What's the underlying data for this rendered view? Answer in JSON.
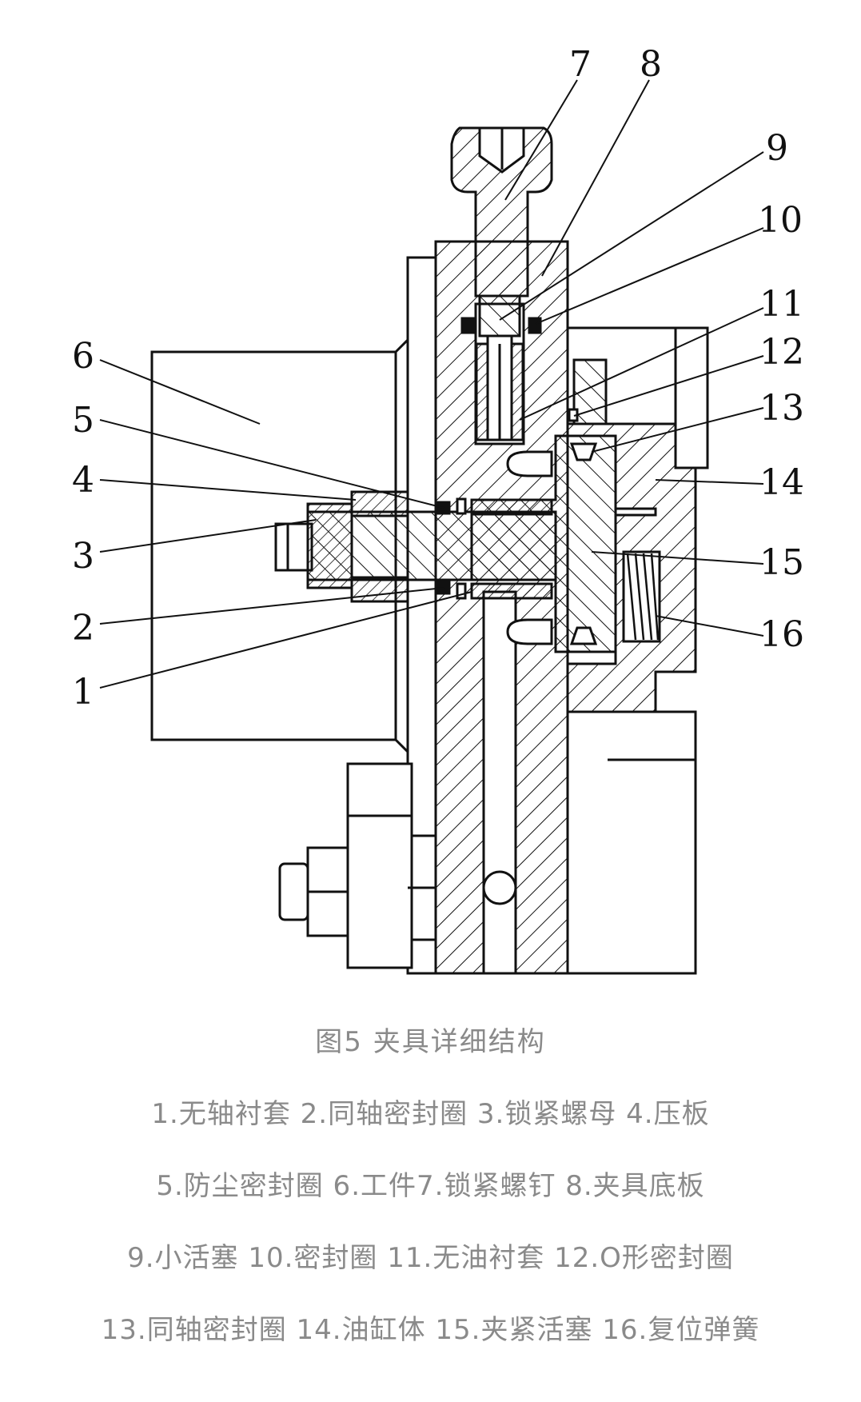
{
  "labels": {
    "l1": "1",
    "l2": "2",
    "l3": "3",
    "l4": "4",
    "l5": "5",
    "l6": "6",
    "l7": "7",
    "l8": "8",
    "l9": "9",
    "l10": "10",
    "l11": "11",
    "l12": "12",
    "l13": "13",
    "l14": "14",
    "l15": "15",
    "l16": "16"
  },
  "caption": {
    "title": "图5 夹具详细结构",
    "line1": "1.无轴衬套 2.同轴密封圈 3.锁紧螺母 4.压板",
    "line2": "5.防尘密封圈 6.工件7.锁紧螺钉 8.夹具底板",
    "line3": "9.小活塞 10.密封圈 11.无油衬套 12.O形密封圈",
    "line4": "13.同轴密封圈 14.油缸体 15.夹紧活塞 16.复位弹簧"
  }
}
